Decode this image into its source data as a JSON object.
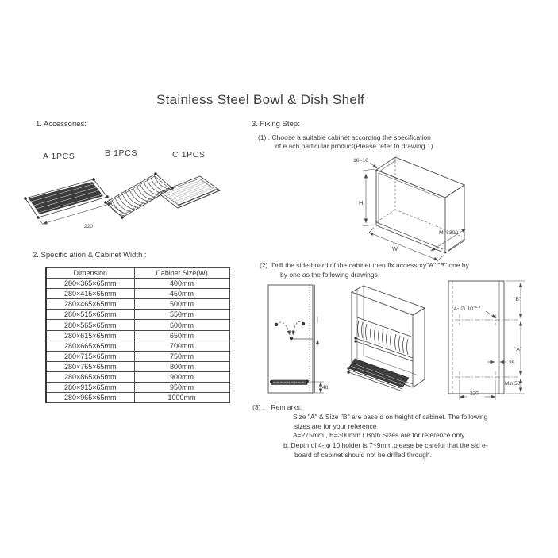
{
  "page": {
    "title": "Stainless Steel Bowl & Dish Shelf"
  },
  "accessories": {
    "heading": "1. Accessories:",
    "item_a": "A  1PCS",
    "item_b": "B  1PCS",
    "item_c": "C  1PCS",
    "dim_width": "220"
  },
  "spec": {
    "heading": "2. Specific ation & Cabinet Width :",
    "table": {
      "headers": [
        "Dimension",
        "Cabinet Size(W)"
      ],
      "rows": [
        [
          "280×365×65mm",
          "400mm"
        ],
        [
          "280×415×65mm",
          "450mm"
        ],
        [
          "280×465×65mm",
          "500mm"
        ],
        [
          "280×515×65mm",
          "550mm"
        ],
        [
          "280×565×65mm",
          "600mm"
        ],
        [
          "280×615×65mm",
          "650mm"
        ],
        [
          "280×665×65mm",
          "700mm"
        ],
        [
          "280×715×65mm",
          "750mm"
        ],
        [
          "280×765×65mm",
          "800mm"
        ],
        [
          "280×865×65mm",
          "900mm"
        ],
        [
          "280×915×65mm",
          "950mm"
        ],
        [
          "280×965×65mm",
          "1000mm"
        ]
      ]
    }
  },
  "fixing": {
    "heading": "3. Fixing Step:",
    "step1": {
      "num": "(1) .",
      "line1": "Choose a suitable cabinet according the specification",
      "line2": "of e ach particular product(Please refer to drawing 1)"
    },
    "drawing1": {
      "thickness": "16~18",
      "height": "H",
      "width": "W",
      "depth": "Min.300"
    },
    "step2": {
      "num": "(2)",
      "line1": ".Drill the side-board of the cabinet then fix accessory\"A\",\"B\" one by",
      "line2": "by one as the following drawings."
    },
    "drawing2": {
      "dim_48": "48"
    },
    "drawing3": {
      "holes": "4- ∅ 10",
      "holes_tol": "+0.5",
      "dim_b": "\"B\"",
      "dim_a": "\"A\"",
      "dim_25": "25",
      "dim_min50": "Min.50",
      "dim_220": "220"
    },
    "step3": {
      "num": "(3) .",
      "heading": "Rem arks:",
      "remark1_line1": "Size \"A\" & Size \"B\" are base d on height of cabinet. The following",
      "remark1_line2": "sizes are for your reference",
      "remark1_line3": "A=275mm , B=300mm  ( Both Sizes are for reference only",
      "remark2_line1": "b. Depth of 4- φ 10 holder is 7~9mm,please be careful that the sid e-",
      "remark2_line2": "board of cabinet should not be drilled through."
    }
  }
}
